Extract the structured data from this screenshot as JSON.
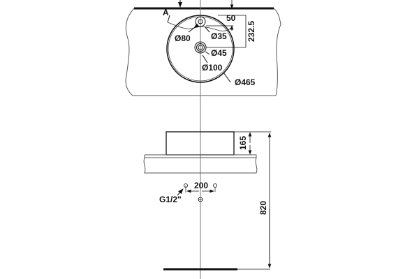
{
  "drawing": {
    "top_view": {
      "section_marker": "A",
      "dims": {
        "offset_top": "50",
        "center_distance": "232.5",
        "overflow_outer": "Ø80",
        "overflow_inner": "Ø35",
        "drain_inner": "Ø45",
        "drain_outer": "Ø100",
        "basin_diameter": "Ø465"
      }
    },
    "side_view": {
      "dims": {
        "basin_height": "165",
        "install_height": "820",
        "supply_spacing": "200",
        "supply_thread": "G1/2\""
      }
    }
  }
}
